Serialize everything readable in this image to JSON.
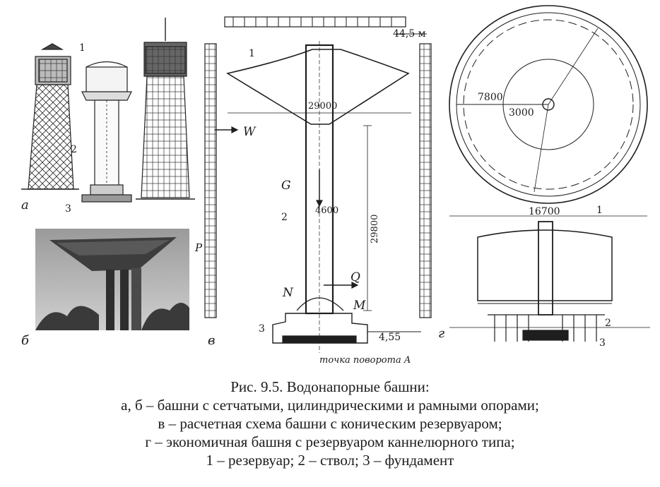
{
  "figure": {
    "sub_a": "а",
    "sub_b": "б",
    "sub_v": "в",
    "sub_g": "г",
    "num1": "1",
    "num2": "2",
    "num3": "3",
    "dim_29000": "29000",
    "dim_29800": "29800",
    "dim_4600": "4600",
    "dim_7800": "7800",
    "dim_3000": "3000",
    "dim_16700": "16700",
    "elev_top": "44,5 м",
    "elev_bottom": "4,55",
    "force_W": "W",
    "force_G": "G",
    "force_N": "N",
    "force_Q": "Q",
    "force_M": "M",
    "force_P": "P",
    "pivot_point": "точка поворота A"
  },
  "caption": {
    "line1": "Рис. 9.5. Водонапорные башни:",
    "line2": "а, б – башни с сетчатыми, цилиндрическими и рамными опорами;",
    "line3": "в – расчетная схема башни с коническим резервуаром;",
    "line4": "г – экономичная башня с резервуаром каннелюрного типа;",
    "line5": "1 – резервуар; 2 – ствол; 3 – фундамент"
  },
  "colors": {
    "ink": "#1b1b1b",
    "photo_sky": "#b8b8b8",
    "photo_dark": "#3a3a3a"
  }
}
